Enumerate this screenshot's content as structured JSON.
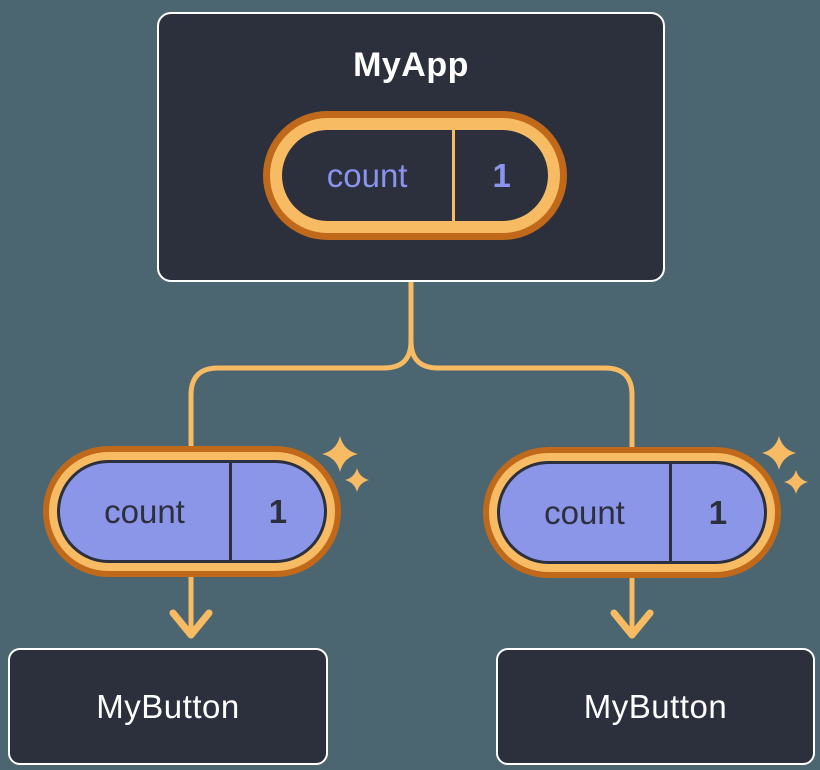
{
  "colors": {
    "bg": "#4B6671",
    "node_fill": "#2B303C",
    "node_border": "#FFFFFF",
    "orange_dark": "#C0691A",
    "orange_light": "#F7BB64",
    "lavender": "#8C96E8",
    "periwinkle": "#8A94EE",
    "dark_text": "#2B303C"
  },
  "diagram": {
    "root": {
      "title": "MyApp",
      "state": {
        "name": "count",
        "value": "1"
      }
    },
    "children": [
      {
        "title": "MyButton",
        "prop": {
          "name": "count",
          "value": "1"
        }
      },
      {
        "title": "MyButton",
        "prop": {
          "name": "count",
          "value": "1"
        }
      }
    ]
  }
}
